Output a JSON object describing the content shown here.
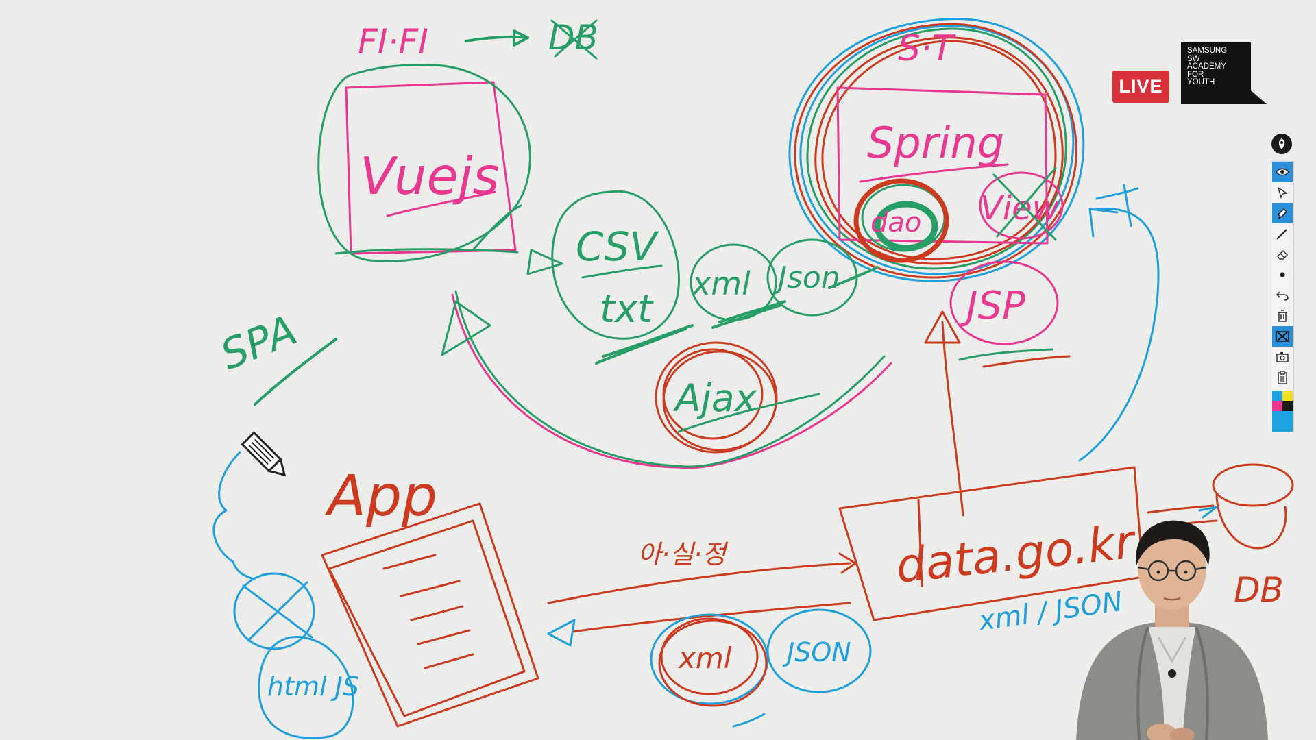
{
  "overlay": {
    "live_label": "LIVE",
    "logo_text": "SAMSUNG\nSW\nACADEMY\nFOR\nYOUTH"
  },
  "whiteboard": {
    "labels": {
      "ff": "FI·FI",
      "db_top": "DB",
      "st": "S·T",
      "vuejs": "Vuejs",
      "spring": "Spring",
      "dao": "dao",
      "view": "View",
      "jsp": "JSP",
      "csv": "CSV",
      "txt": "txt",
      "xml_mid": "xml",
      "json_mid": "Json",
      "ajax": "Ajax",
      "spa": "SPA",
      "app": "App",
      "data_go_kr": "data.go.kr",
      "korean_note": "아·실·정",
      "xml_bottom": "xml",
      "json_bottom": "JSON",
      "xml_json": "xml / JSON",
      "db_right": "DB",
      "html_js": "html JS"
    },
    "ink_colors": {
      "pink": "#e8388f",
      "green": "#279e68",
      "red": "#cc3a1f",
      "blue": "#1f9fdb"
    }
  },
  "toolbar": {
    "tools": [
      {
        "name": "view-icon",
        "active": true
      },
      {
        "name": "pointer-icon",
        "active": false
      },
      {
        "name": "highlighter-icon",
        "active": true
      },
      {
        "name": "pen-icon",
        "active": false
      },
      {
        "name": "eraser-icon",
        "active": false
      },
      {
        "name": "dot-icon",
        "active": false
      },
      {
        "name": "undo-icon",
        "active": false
      },
      {
        "name": "trash-icon",
        "active": false
      },
      {
        "name": "clear-icon",
        "active": true
      },
      {
        "name": "camera-icon",
        "active": false
      },
      {
        "name": "clipboard-icon",
        "active": false
      }
    ],
    "colors": [
      "#1fa3e0",
      "#f2e01e",
      "#e8388f",
      "#1a1a1a",
      "#1fa3e0"
    ]
  }
}
